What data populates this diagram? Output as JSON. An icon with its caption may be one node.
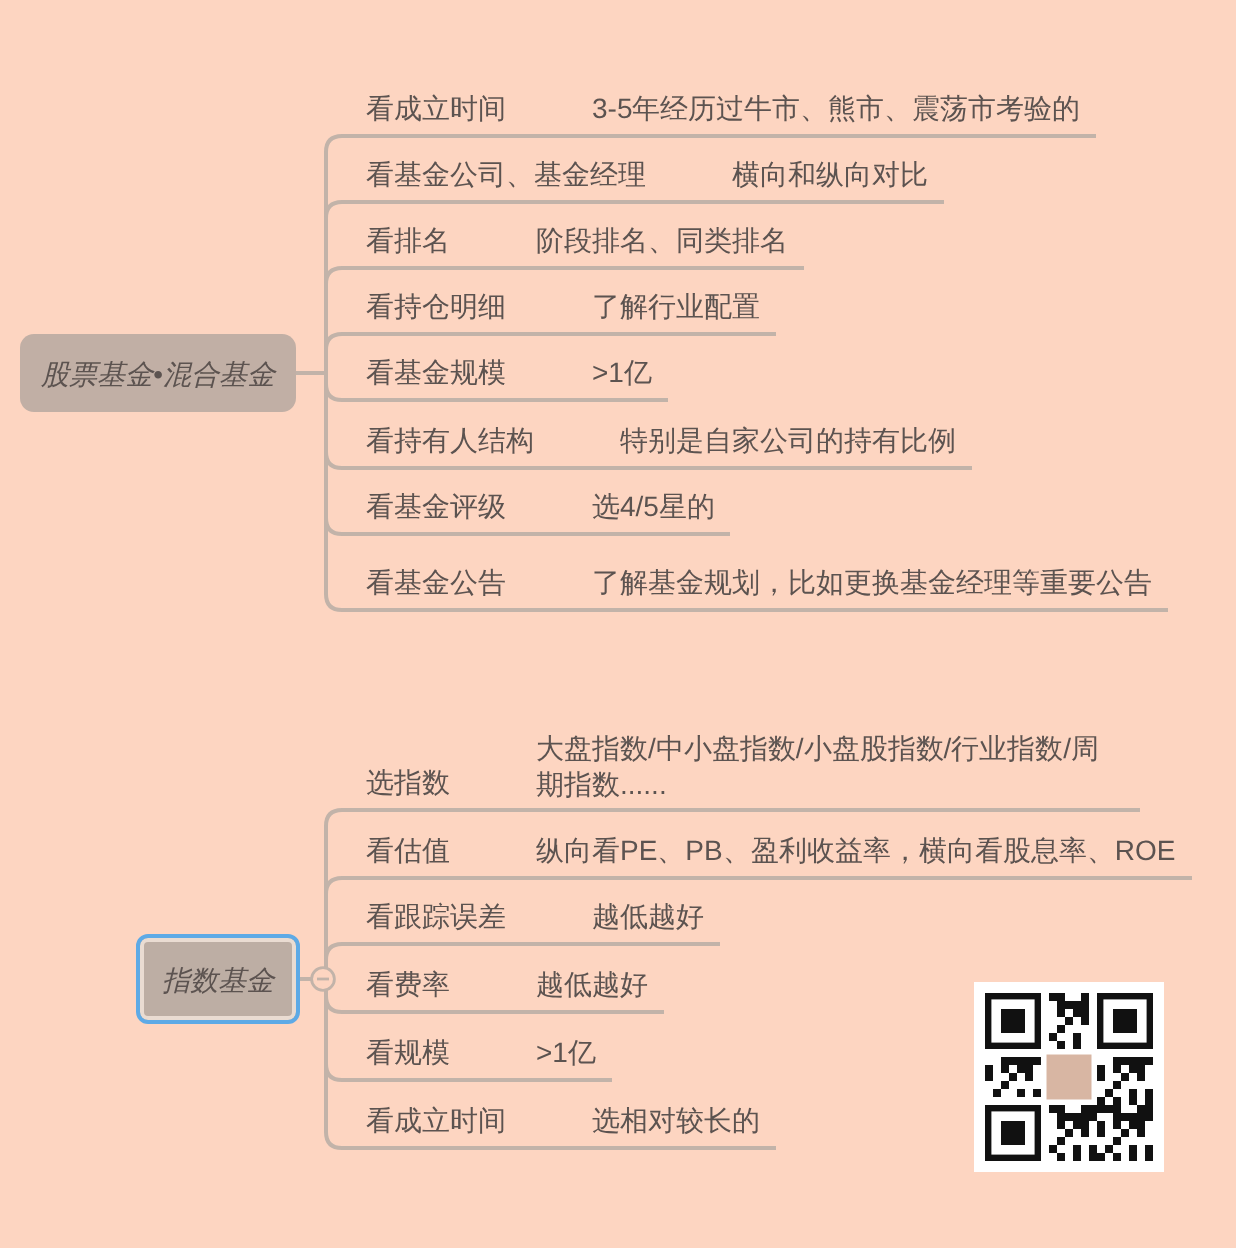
{
  "diagram": {
    "nodes": [
      {
        "text": [
          "股票基金•混合基金"
        ]
      },
      {
        "text": [
          "看成立时间"
        ]
      },
      {
        "text": [
          "3-5年经历过牛市、熊市、震荡市考验的"
        ]
      },
      {
        "text": [
          "看基金公司、基金经理"
        ]
      },
      {
        "text": [
          "横向和纵向对比"
        ]
      },
      {
        "text": [
          "看排名"
        ]
      },
      {
        "text": [
          "阶段排名、同类排名"
        ]
      },
      {
        "text": [
          "看持仓明细"
        ]
      },
      {
        "text": [
          "了解行业配置"
        ]
      },
      {
        "text": [
          "看基金规模"
        ]
      },
      {
        "text": [
          ">1亿"
        ]
      },
      {
        "text": [
          "看持有人结构"
        ]
      },
      {
        "text": [
          "特别是自家公司的持有比例"
        ]
      },
      {
        "text": [
          "看基金评级"
        ]
      },
      {
        "text": [
          "选4/5星的"
        ]
      },
      {
        "text": [
          "看基金公告"
        ]
      },
      {
        "text": [
          "了解基金规划，比如更换基金经理等重要公告"
        ]
      },
      {
        "text": [
          "指数基金"
        ]
      },
      {
        "text": [
          "选指数"
        ]
      },
      {
        "text": [
          "大盘指数/中小盘指数/小盘股指数/行业指数/周期指数......"
        ]
      },
      {
        "text": [
          "看估值"
        ]
      },
      {
        "text": [
          "纵向看PE、PB、盈利收益率，横向看股息率、ROE"
        ]
      },
      {
        "text": [
          "看跟踪误差"
        ]
      },
      {
        "text": [
          "越低越好"
        ]
      },
      {
        "text": [
          "看费率"
        ]
      },
      {
        "text": [
          "越低越好"
        ]
      },
      {
        "text": [
          "看规模"
        ]
      },
      {
        "text": [
          ">1亿"
        ]
      },
      {
        "text": [
          "看成立时间"
        ]
      },
      {
        "text": [
          "选相对较长的"
        ]
      }
    ],
    "edges": [
      {
        "from": 0,
        "to": 1,
        "arrow": "none"
      },
      {
        "from": 1,
        "to": 2,
        "arrow": "none"
      },
      {
        "from": 0,
        "to": 3,
        "arrow": "none"
      },
      {
        "from": 3,
        "to": 4,
        "arrow": "none"
      },
      {
        "from": 0,
        "to": 5,
        "arrow": "none"
      },
      {
        "from": 5,
        "to": 6,
        "arrow": "none"
      },
      {
        "from": 0,
        "to": 7,
        "arrow": "none"
      },
      {
        "from": 7,
        "to": 8,
        "arrow": "none"
      },
      {
        "from": 0,
        "to": 9,
        "arrow": "none"
      },
      {
        "from": 9,
        "to": 10,
        "arrow": "none"
      },
      {
        "from": 0,
        "to": 11,
        "arrow": "none"
      },
      {
        "from": 11,
        "to": 12,
        "arrow": "none"
      },
      {
        "from": 0,
        "to": 13,
        "arrow": "none"
      },
      {
        "from": 13,
        "to": 14,
        "arrow": "none"
      },
      {
        "from": 0,
        "to": 15,
        "arrow": "none"
      },
      {
        "from": 15,
        "to": 16,
        "arrow": "none"
      },
      {
        "from": 17,
        "to": 18,
        "arrow": "none"
      },
      {
        "from": 18,
        "to": 19,
        "arrow": "none"
      },
      {
        "from": 17,
        "to": 20,
        "arrow": "none"
      },
      {
        "from": 20,
        "to": 21,
        "arrow": "none"
      },
      {
        "from": 17,
        "to": 22,
        "arrow": "none"
      },
      {
        "from": 22,
        "to": 23,
        "arrow": "none"
      },
      {
        "from": 17,
        "to": 24,
        "arrow": "none"
      },
      {
        "from": 24,
        "to": 25,
        "arrow": "none"
      },
      {
        "from": 17,
        "to": 26,
        "arrow": "none"
      },
      {
        "from": 26,
        "to": 27,
        "arrow": "none"
      },
      {
        "from": 17,
        "to": 28,
        "arrow": "none"
      },
      {
        "from": 28,
        "to": 29,
        "arrow": "none"
      }
    ]
  }
}
